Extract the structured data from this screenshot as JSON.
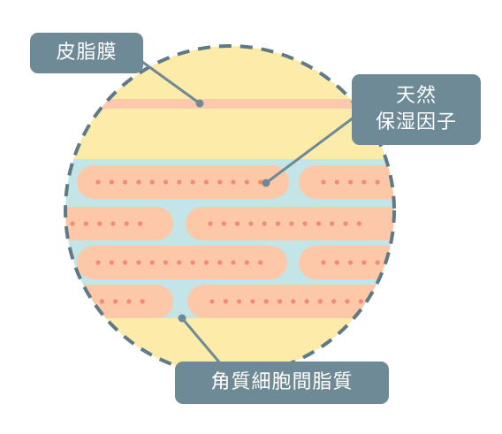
{
  "labels": {
    "sebum": "皮脂膜",
    "nmf": "天然\n保湿因子",
    "intercellular_lipid": "角質細胞間脂質"
  },
  "colors": {
    "label_background": "#6e8a96",
    "label_text": "#ffffff",
    "outline": "#5f7a87",
    "sebum_layer": "#fcc9ad",
    "stratum_band": "#fdeba9",
    "intercellular_fill": "#c4e5e8",
    "corneocyte": "#fdc8a7",
    "nmf_dot": "#f28a76"
  }
}
